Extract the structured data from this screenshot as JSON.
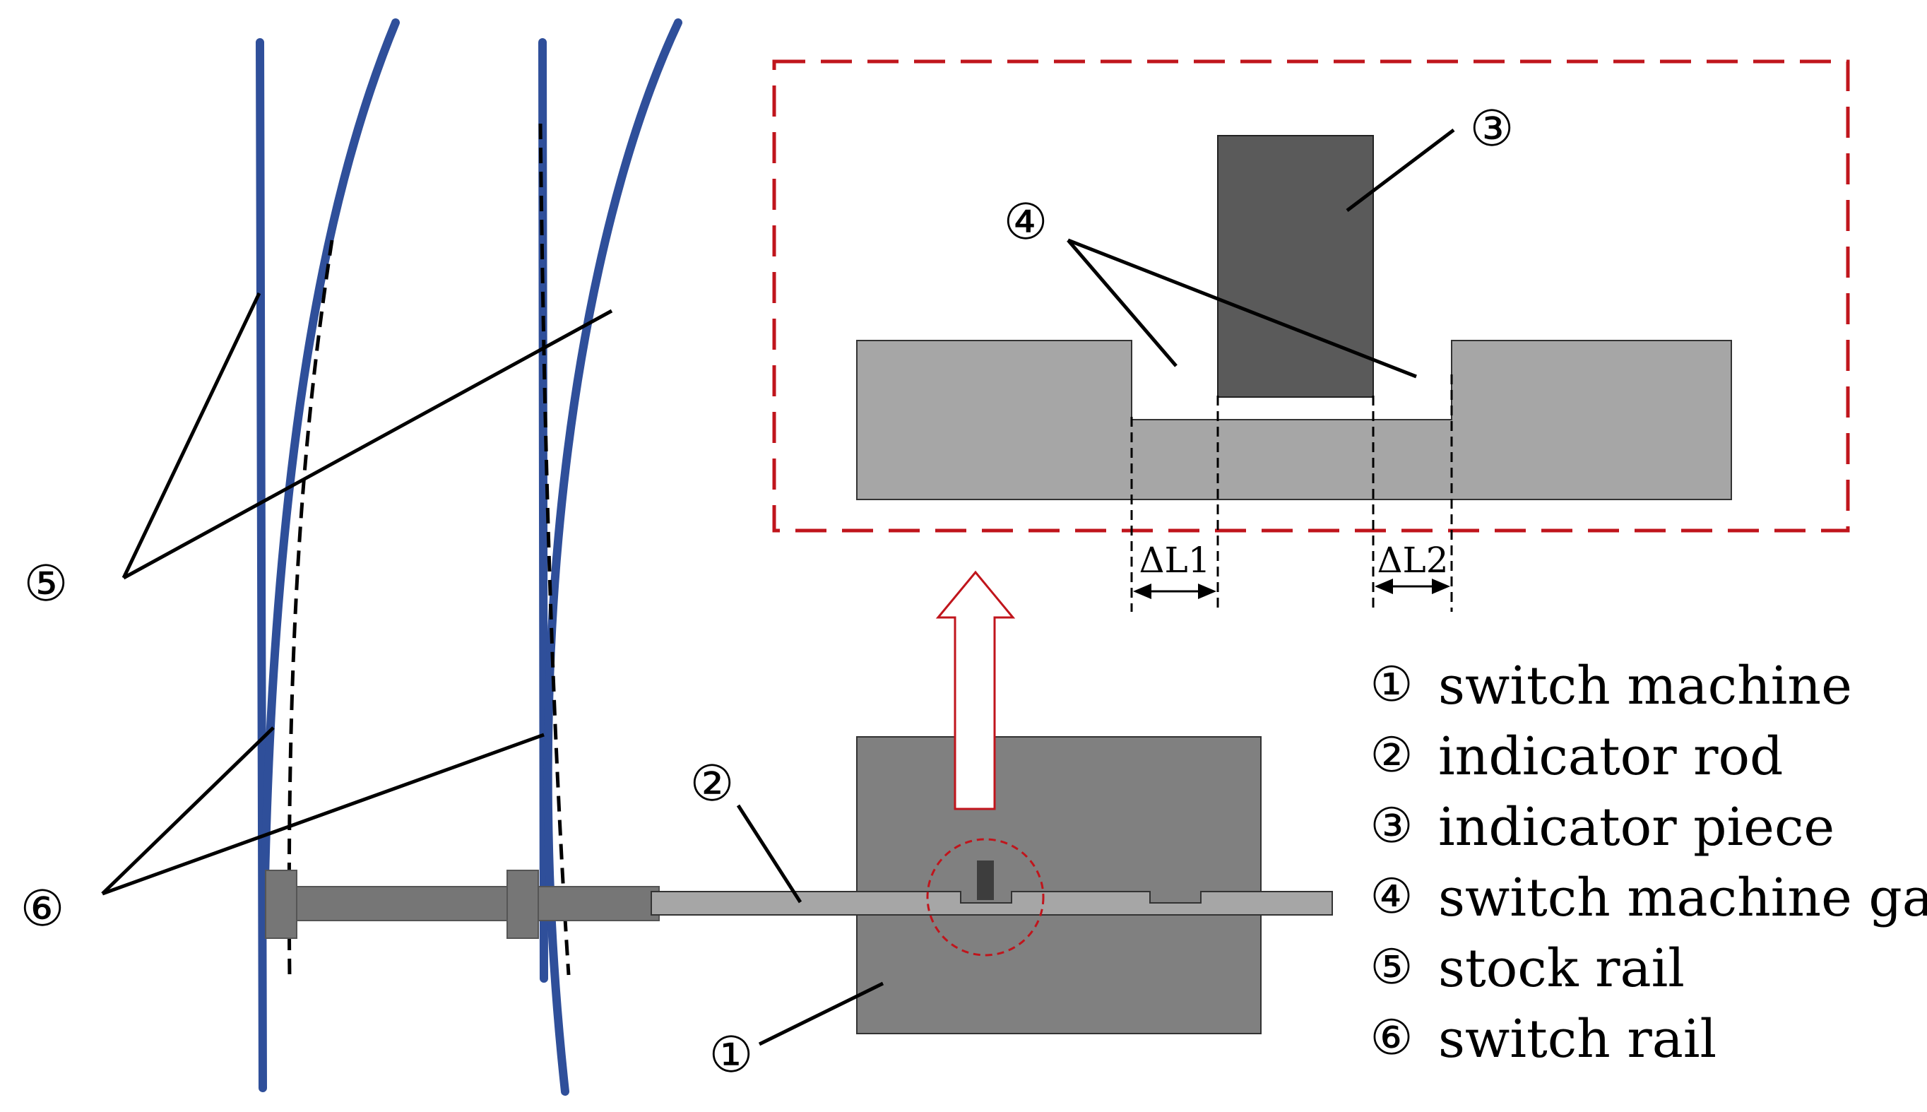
{
  "callouts": {
    "c1": "①",
    "c2": "②",
    "c3": "③",
    "c4": "④",
    "c5": "⑤",
    "c6": "⑥"
  },
  "dimensions": {
    "dl1": "ΔL1",
    "dl2": "ΔL2"
  },
  "legend": [
    {
      "num": "①",
      "text": "switch machine"
    },
    {
      "num": "②",
      "text": "indicator rod"
    },
    {
      "num": "③",
      "text": "indicator piece"
    },
    {
      "num": "④",
      "text": "switch machine gap"
    },
    {
      "num": "⑤",
      "text": "stock rail"
    },
    {
      "num": "⑥",
      "text": "switch rail"
    }
  ],
  "colors": {
    "rail": "#2f4f9a",
    "machine": "#808080",
    "piece": "#5a5a5a",
    "rod": "#a6a6a6",
    "tie_bar": "#767676",
    "detail_frame": "#c0151c",
    "arrow": "#c0151c"
  }
}
